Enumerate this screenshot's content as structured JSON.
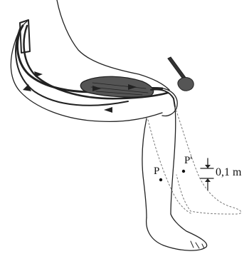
{
  "figure": {
    "point_p_label": "P",
    "point_p_prime_label": "P'",
    "displacement_label": "0,1 m",
    "colors": {
      "line": "#222222",
      "muscle": "#444444",
      "hammer": "#333333",
      "dashed_leg": "#777777"
    }
  }
}
